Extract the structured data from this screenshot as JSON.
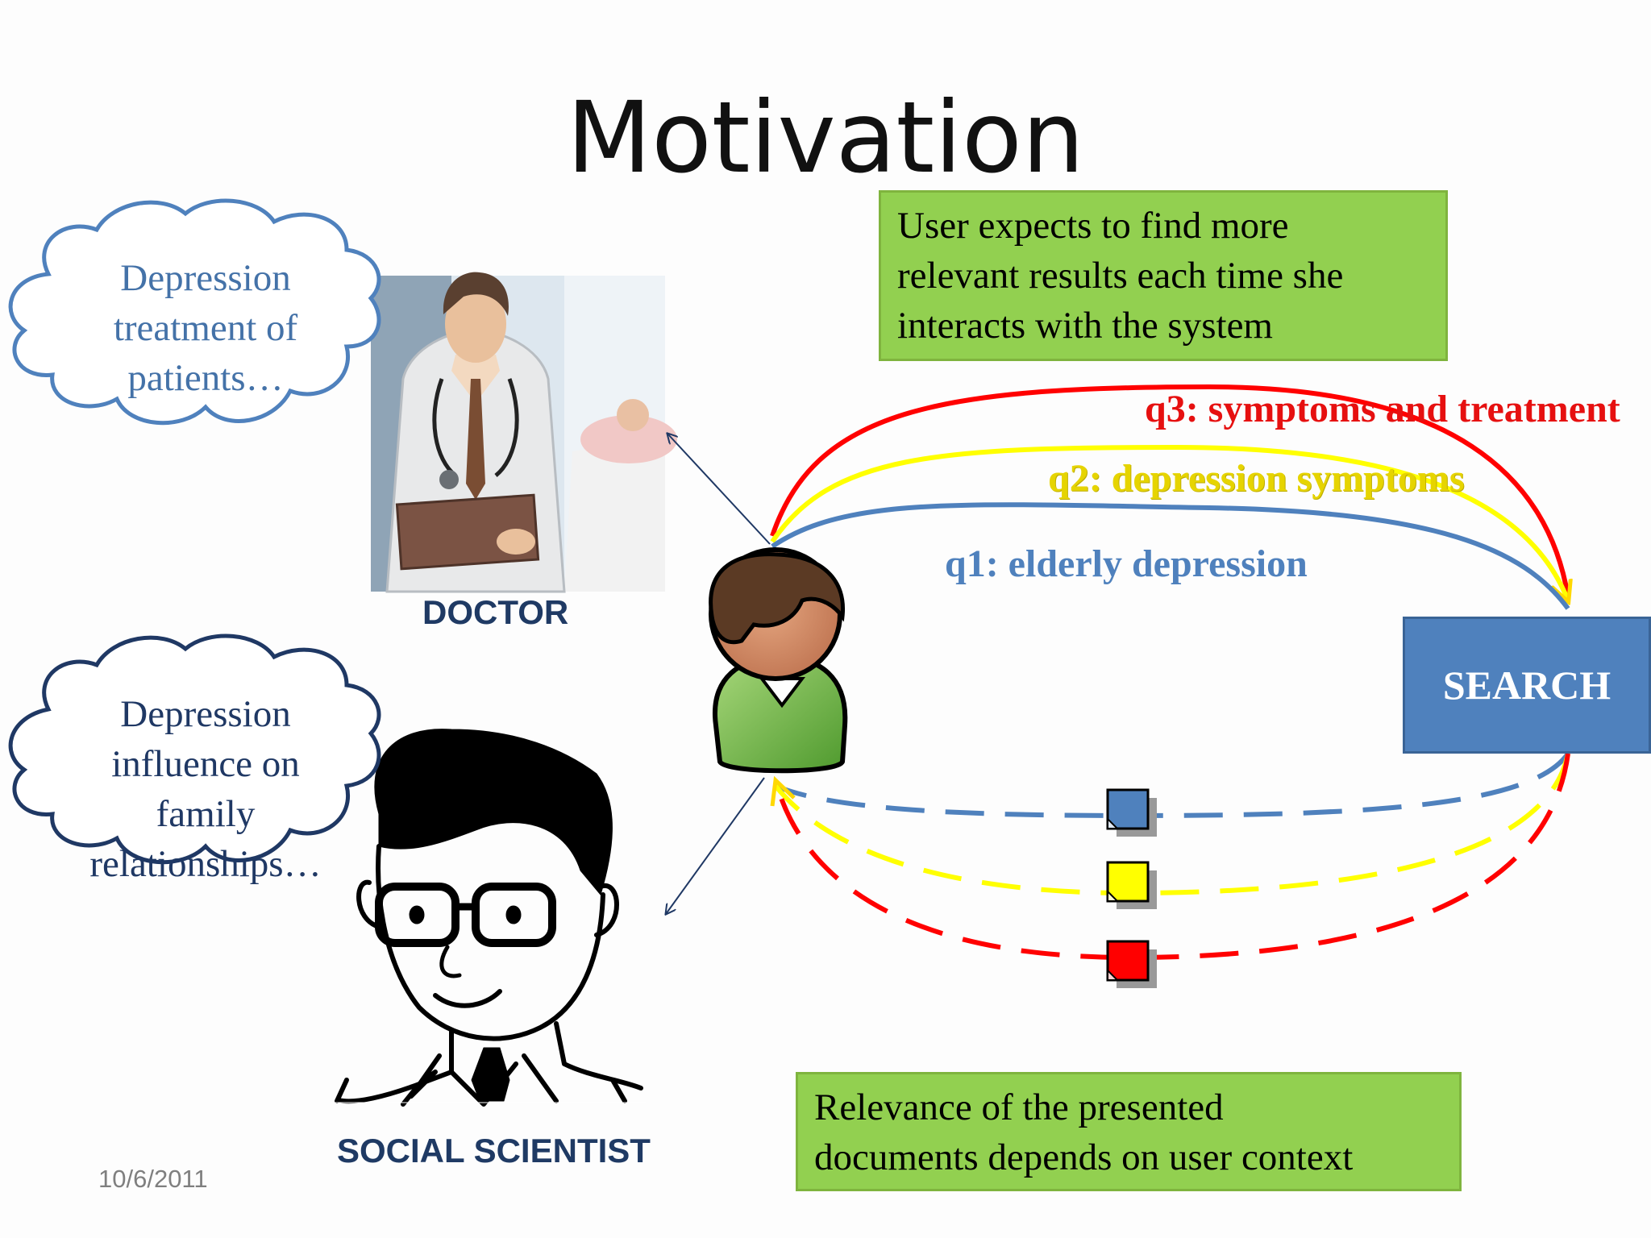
{
  "slide": {
    "title": "Motivation",
    "date": "10/6/2011"
  },
  "callouts": {
    "top": [
      "User expects to find more",
      "relevant results each time she",
      "interacts with the system"
    ],
    "bottom": [
      "Relevance of the presented",
      "documents depends on user context"
    ]
  },
  "thought_clouds": {
    "doctor": [
      "Depression",
      "treatment of",
      "patients…"
    ],
    "social_scientist": [
      "Depression",
      "influence on",
      "family",
      "relationships…"
    ]
  },
  "roles": {
    "doctor": "DOCTOR",
    "social_scientist": "SOCIAL SCIENTIST"
  },
  "queries": {
    "q1": "q1: elderly depression",
    "q2": "q2: depression symptoms",
    "q3": "q3: symptoms and treatment"
  },
  "search_button": "SEARCH",
  "colors": {
    "q1": "#4f81bd",
    "q2": "#ffff00",
    "q3": "#ff0000",
    "callout_fill": "#92d050",
    "search_fill": "#4f81bd"
  },
  "icons": [
    "user-icon",
    "doctor-illustration",
    "social-scientist-illustration",
    "document-icon"
  ]
}
